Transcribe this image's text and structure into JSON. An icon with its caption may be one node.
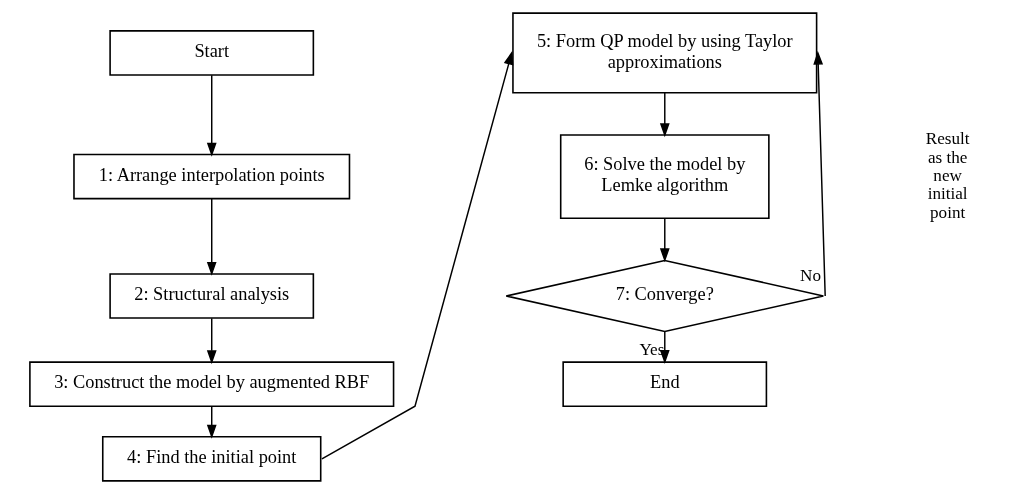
{
  "diagram": {
    "nodes": [
      {
        "text": [
          "Start"
        ]
      },
      {
        "text": [
          "1: Arrange interpolation points"
        ]
      },
      {
        "text": [
          "2: Structural analysis"
        ]
      },
      {
        "text": [
          "3: Construct the model by augmented RBF"
        ]
      },
      {
        "text": [
          "4: Find the initial point"
        ]
      },
      {
        "text": [
          "5: Form QP model by using Taylor approximations"
        ]
      },
      {
        "text": [
          "6: Solve the model by Lemke algorithm"
        ]
      },
      {
        "text": [
          "7: Converge?"
        ]
      },
      {
        "text": [
          "End"
        ]
      }
    ],
    "edges": [
      {
        "from": 0,
        "to": 1,
        "arrow": "to"
      },
      {
        "from": 1,
        "to": 2,
        "arrow": "to"
      },
      {
        "from": 2,
        "to": 3,
        "arrow": "to"
      },
      {
        "from": 3,
        "to": 4,
        "arrow": "to"
      },
      {
        "from": 4,
        "to": 5,
        "arrow": "to"
      },
      {
        "from": 5,
        "to": 6,
        "arrow": "to"
      },
      {
        "from": 6,
        "to": 7,
        "arrow": "to"
      },
      {
        "from": 7,
        "to": 8,
        "label": "Yes",
        "arrow": "to"
      },
      {
        "from": 7,
        "to": 5,
        "label": "No",
        "arrow": "to"
      }
    ],
    "labels": [
      "Result as the new initial point"
    ]
  }
}
